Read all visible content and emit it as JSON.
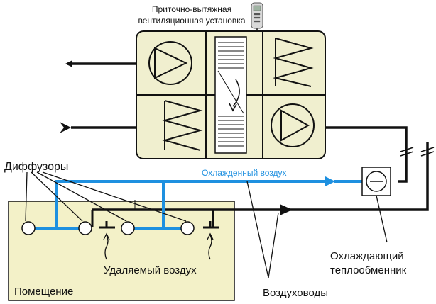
{
  "labels": {
    "unit_line1": "Приточно-вытяжная",
    "unit_line2": "вентиляционная установка",
    "diffusers": "Диффузоры",
    "cooled_air": "Охлажденный воздух",
    "exhaust_air": "Удаляемый воздух",
    "room": "Помещение",
    "heat_exchanger_line1": "Охлаждающий",
    "heat_exchanger_line2": "теплообменник",
    "ducts": "Воздуховоды"
  },
  "colors": {
    "supply_duct": "#1e90e0",
    "unit_fill": "#f0efcf",
    "room_fill": "#f3f1c8",
    "duct": "#111111"
  },
  "icons": [
    "controller-icon",
    "fan-icon",
    "filter-icon",
    "heat-exchanger-icon"
  ]
}
